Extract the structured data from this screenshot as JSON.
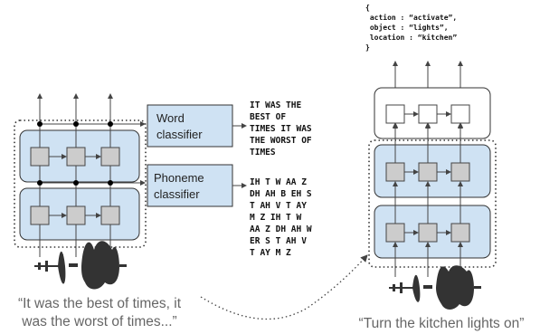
{
  "left": {
    "word_classifier": [
      "Word",
      "classifier"
    ],
    "phoneme_classifier": [
      "Phoneme",
      "classifier"
    ],
    "word_output": [
      "IT WAS THE",
      "BEST OF",
      "TIMES IT WAS",
      "THE WORST OF",
      "TIMES"
    ],
    "phoneme_output": [
      "IH T W AA Z",
      "DH AH B EH S",
      "T AH V T AY",
      "M Z IH T W",
      "AA Z DH AH W",
      "ER S T AH V",
      "T AY M Z"
    ],
    "quote": [
      "“It was the best of times, it",
      "was the worst of times...”"
    ]
  },
  "right": {
    "json_output": [
      "{",
      " action : “activate”,",
      " object : “lights”,",
      " location : “kitchen”",
      "}"
    ],
    "quote": "“Turn the kitchen lights on”"
  },
  "colors": {
    "layer_fill": "#cfe2f3",
    "cell_fill": "#cccccc",
    "line": "#444444",
    "dot": "#000000",
    "quote_text": "#666666"
  }
}
